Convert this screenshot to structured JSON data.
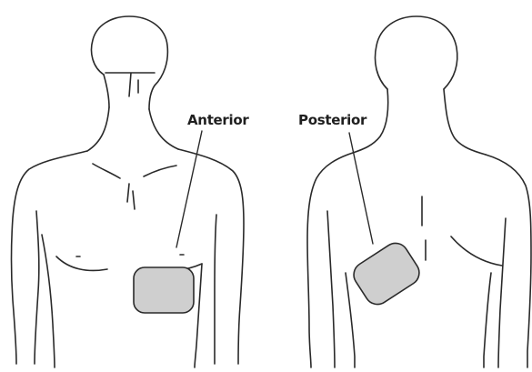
{
  "labels": {
    "anterior": "Anterior",
    "posterior": "Posterior"
  },
  "colors": {
    "line": "#2a2a2a",
    "pad_fill": "#cfcfcf",
    "background": "#ffffff"
  },
  "figures": [
    {
      "view": "front",
      "pad": "anterior-pad"
    },
    {
      "view": "back",
      "pad": "posterior-pad"
    }
  ]
}
